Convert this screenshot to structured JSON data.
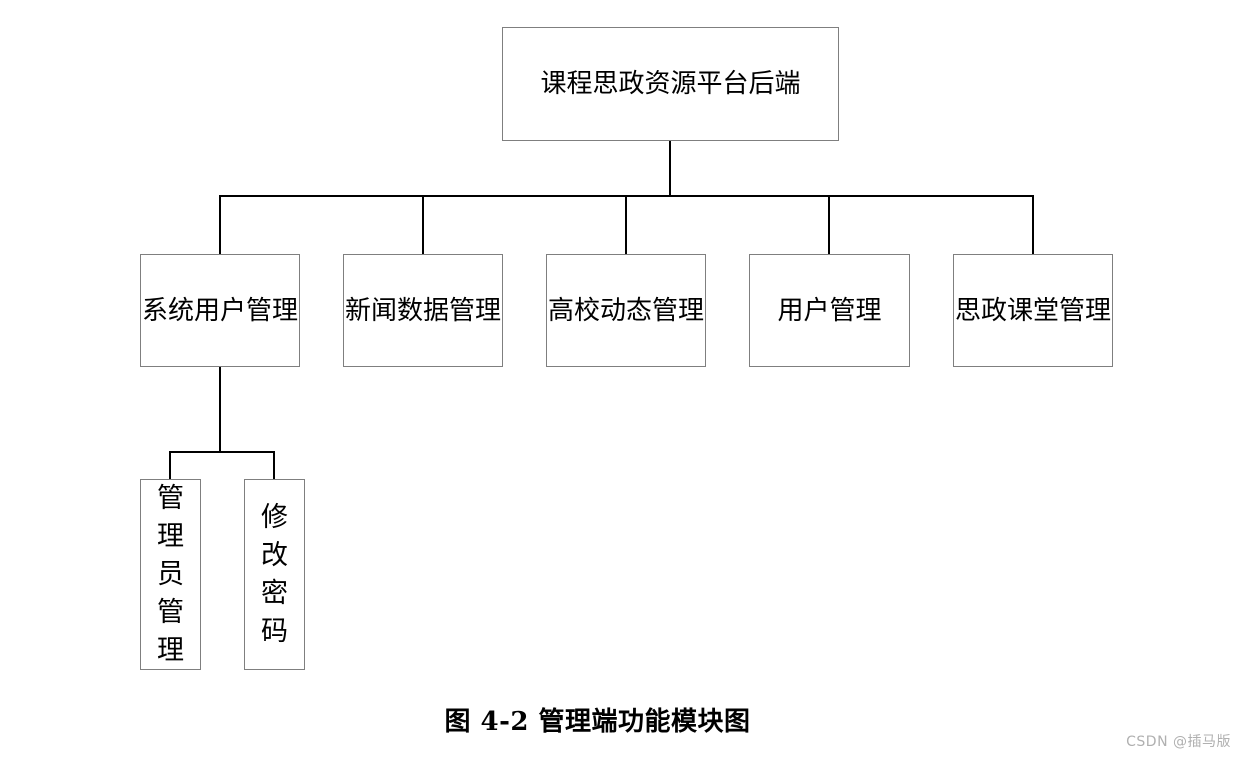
{
  "diagram": {
    "root": {
      "label": "课程思政资源平台后端"
    },
    "modules": [
      {
        "label": "系统用户管理"
      },
      {
        "label": "新闻数据管理"
      },
      {
        "label": "高校动态管理"
      },
      {
        "label": "用户管理"
      },
      {
        "label": "思政课堂管理"
      }
    ],
    "submodules": [
      {
        "label": "管理员管理",
        "chars": [
          "管",
          "理",
          "员",
          "管",
          "理"
        ]
      },
      {
        "label": "修改密码",
        "chars": [
          "修",
          "改",
          "密",
          "码"
        ]
      }
    ],
    "caption": "图 4-2  管理端功能模块图",
    "watermark": "CSDN @插马版"
  }
}
